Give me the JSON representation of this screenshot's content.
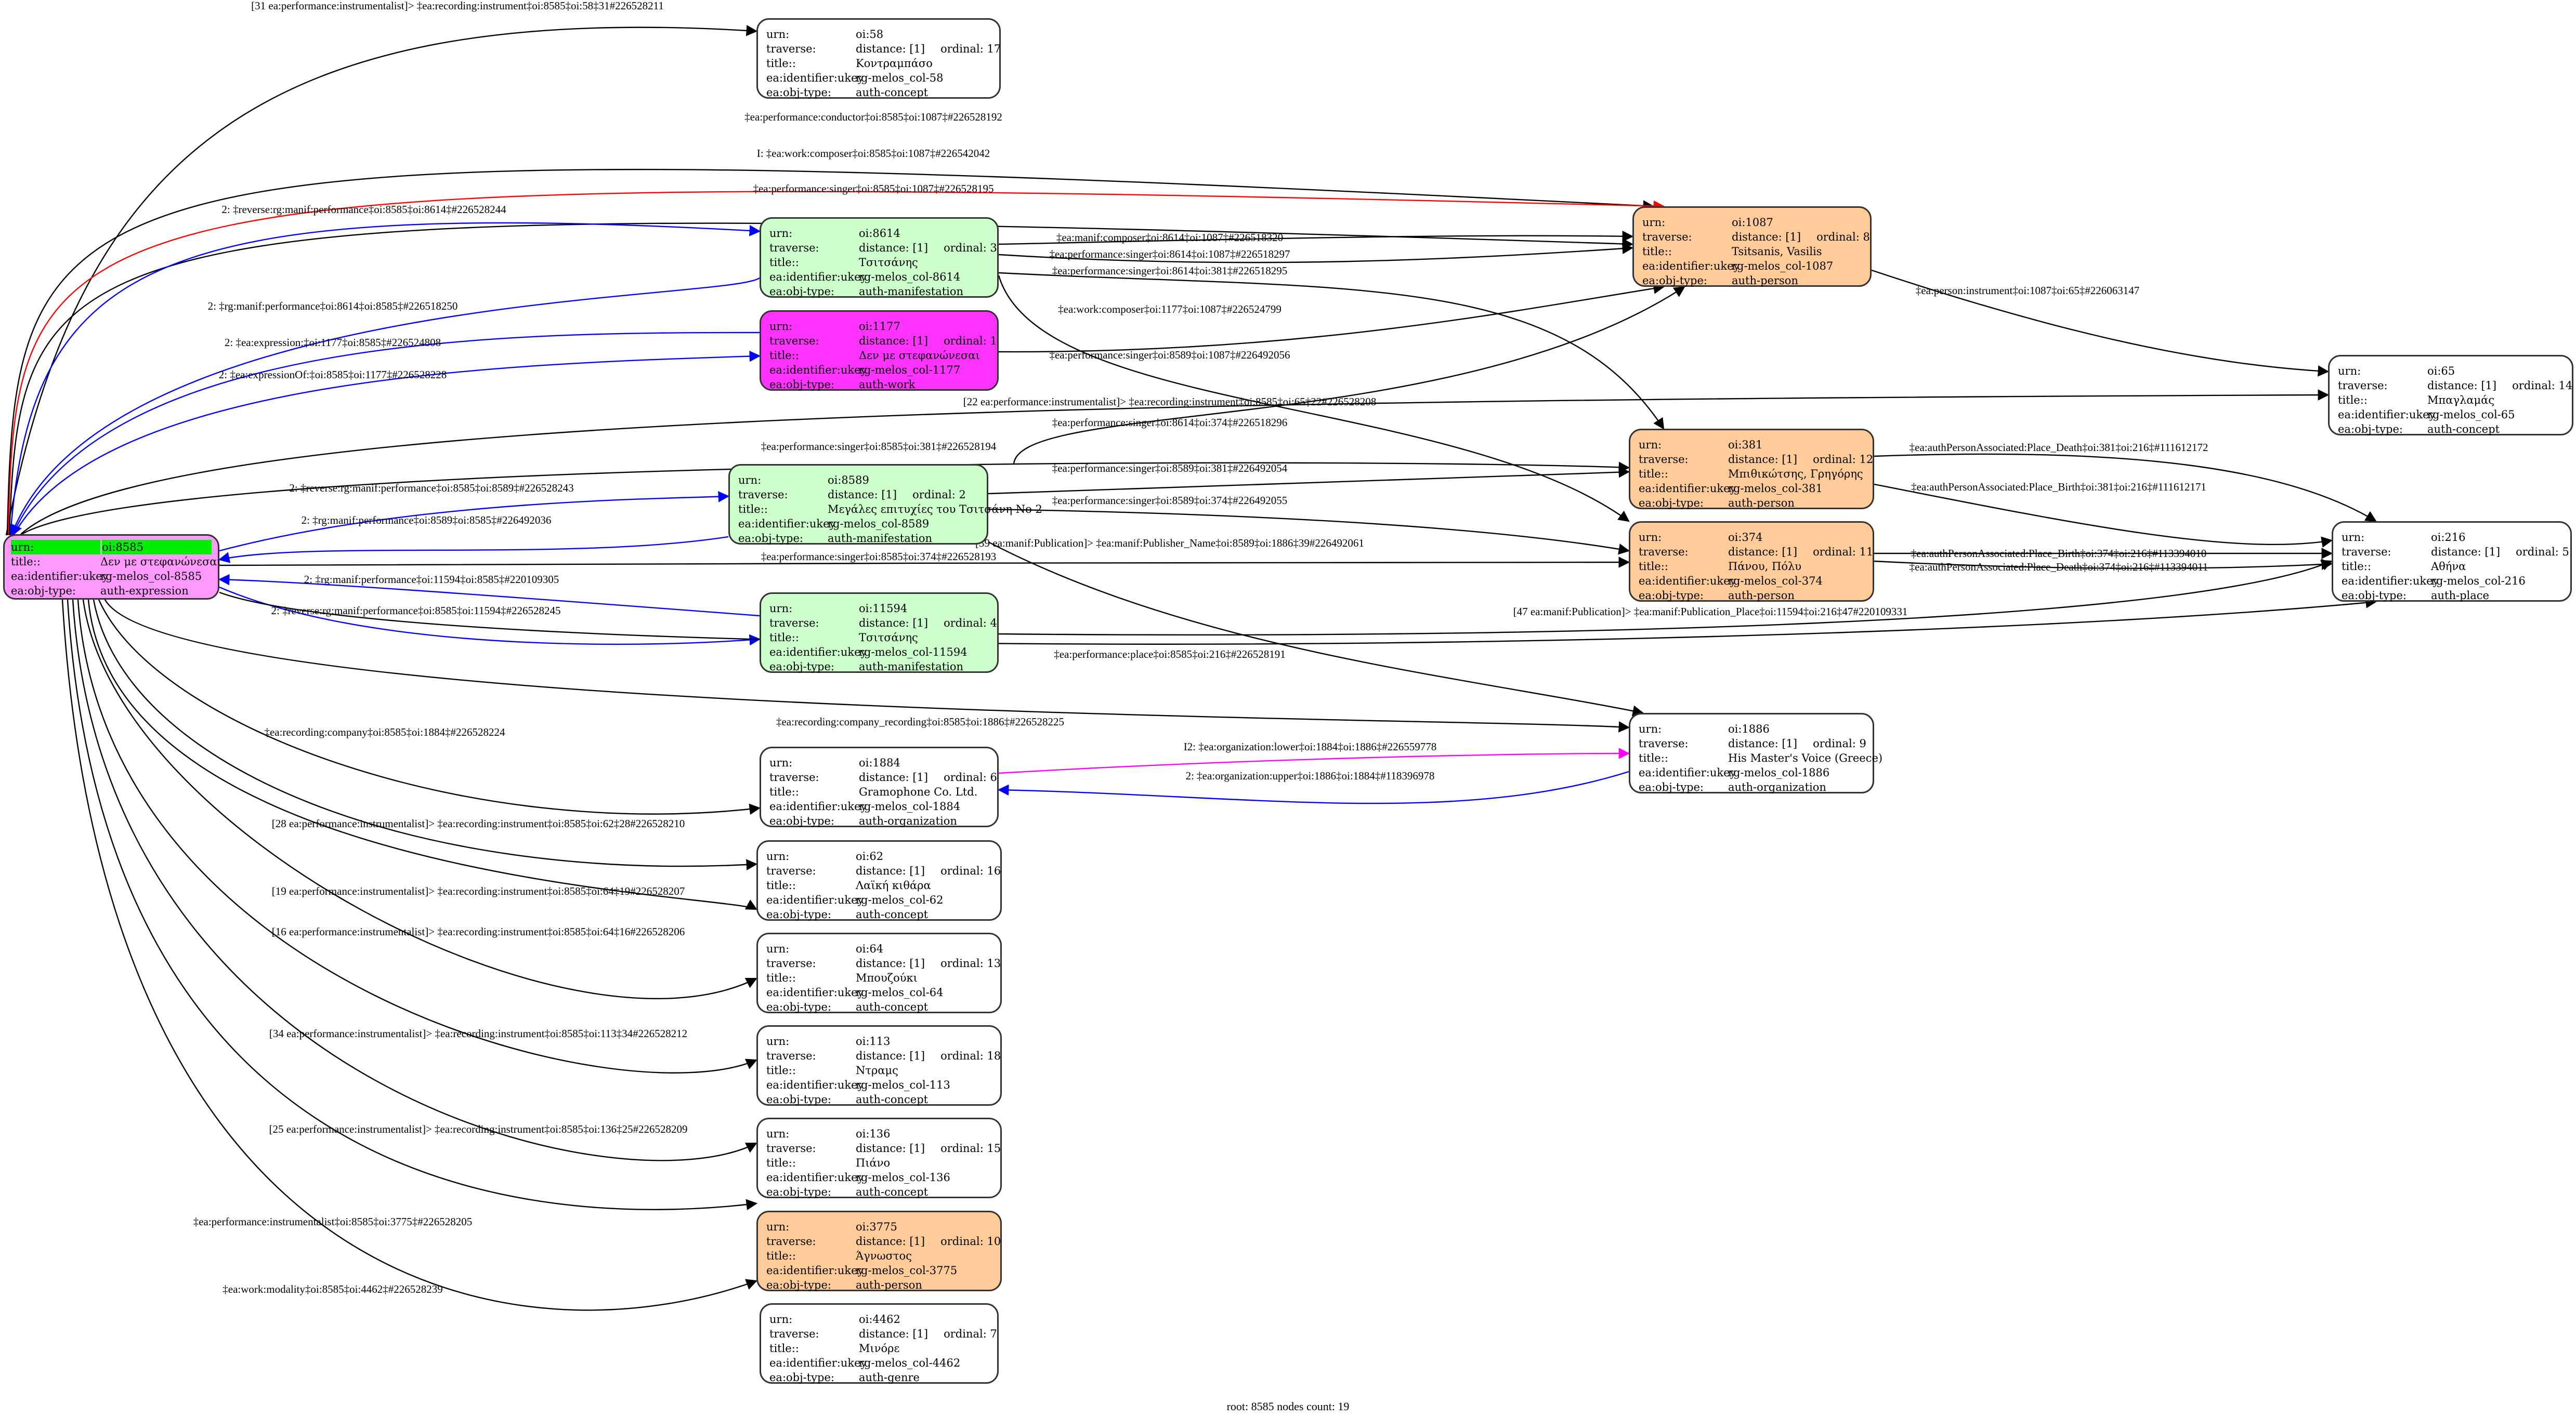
{
  "colors": {
    "root": "#ff99ff",
    "root_highlight": "#00ee00",
    "work": "#ff33ff",
    "manifestation": "#ccffcc",
    "person": "#ffcc99",
    "default": "#ffffff",
    "edge_default": "#000000",
    "edge_blue": "#0000ff",
    "edge_red": "#ff0000",
    "edge_magenta": "#ff00ff"
  },
  "labels": {
    "urn": "urn:",
    "traverse": "traverse:",
    "title": "title::",
    "ukey": "ea:identifier:ukey",
    "objtype": "ea:obj-type:"
  },
  "root": {
    "id": "8585",
    "urn": "oi:8585",
    "title": "Δεν με στεφανώνεσαι",
    "ukey": "rg-melos_col-8585",
    "objtype": "auth-expression"
  },
  "nodes": [
    {
      "id": "58",
      "urn": "oi:58",
      "distance": "distance: [1]",
      "ordinal": "ordinal: 17",
      "title": "Κοντραμπάσο",
      "ukey": "rg-melos_col-58",
      "objtype": "auth-concept",
      "kind": "default"
    },
    {
      "id": "8614",
      "urn": "oi:8614",
      "distance": "distance: [1]",
      "ordinal": "ordinal: 3",
      "title": "Τσιτσάνης",
      "ukey": "rg-melos_col-8614",
      "objtype": "auth-manifestation",
      "kind": "manifestation"
    },
    {
      "id": "1177",
      "urn": "oi:1177",
      "distance": "distance: [1]",
      "ordinal": "ordinal: 1",
      "title": "Δεν με στεφανώνεσαι",
      "ukey": "rg-melos_col-1177",
      "objtype": "auth-work",
      "kind": "work"
    },
    {
      "id": "8589",
      "urn": "oi:8589",
      "distance": "distance: [1]",
      "ordinal": "ordinal: 2",
      "title": "Μεγάλες επιτυχίες του Τσιτσάνη No 2",
      "ukey": "rg-melos_col-8589",
      "objtype": "auth-manifestation",
      "kind": "manifestation"
    },
    {
      "id": "11594",
      "urn": "oi:11594",
      "distance": "distance: [1]",
      "ordinal": "ordinal: 4",
      "title": "Τσιτσάνης",
      "ukey": "rg-melos_col-11594",
      "objtype": "auth-manifestation",
      "kind": "manifestation"
    },
    {
      "id": "1884",
      "urn": "oi:1884",
      "distance": "distance: [1]",
      "ordinal": "ordinal: 6",
      "title": "Gramophone Co. Ltd.",
      "ukey": "rg-melos_col-1884",
      "objtype": "auth-organization",
      "kind": "default"
    },
    {
      "id": "62",
      "urn": "oi:62",
      "distance": "distance: [1]",
      "ordinal": "ordinal: 16",
      "title": "Λαϊκή κιθάρα",
      "ukey": "rg-melos_col-62",
      "objtype": "auth-concept",
      "kind": "default"
    },
    {
      "id": "64",
      "urn": "oi:64",
      "distance": "distance: [1]",
      "ordinal": "ordinal: 13",
      "title": "Μπουζούκι",
      "ukey": "rg-melos_col-64",
      "objtype": "auth-concept",
      "kind": "default"
    },
    {
      "id": "113",
      "urn": "oi:113",
      "distance": "distance: [1]",
      "ordinal": "ordinal: 18",
      "title": "Ντραμς",
      "ukey": "rg-melos_col-113",
      "objtype": "auth-concept",
      "kind": "default"
    },
    {
      "id": "136",
      "urn": "oi:136",
      "distance": "distance: [1]",
      "ordinal": "ordinal: 15",
      "title": "Πιάνο",
      "ukey": "rg-melos_col-136",
      "objtype": "auth-concept",
      "kind": "default"
    },
    {
      "id": "3775",
      "urn": "oi:3775",
      "distance": "distance: [1]",
      "ordinal": "ordinal: 10",
      "title": "Άγνωστος",
      "ukey": "rg-melos_col-3775",
      "objtype": "auth-person",
      "kind": "person"
    },
    {
      "id": "4462",
      "urn": "oi:4462",
      "distance": "distance: [1]",
      "ordinal": "ordinal: 7",
      "title": "Μινόρε",
      "ukey": "rg-melos_col-4462",
      "objtype": "auth-genre",
      "kind": "default"
    },
    {
      "id": "1087",
      "urn": "oi:1087",
      "distance": "distance: [1]",
      "ordinal": "ordinal: 8",
      "title": "Tsitsanis, Vasilis",
      "ukey": "rg-melos_col-1087",
      "objtype": "auth-person",
      "kind": "person"
    },
    {
      "id": "381",
      "urn": "oi:381",
      "distance": "distance: [1]",
      "ordinal": "ordinal: 12",
      "title": "Μπιθικώτσης, Γρηγόρης",
      "ukey": "rg-melos_col-381",
      "objtype": "auth-person",
      "kind": "person"
    },
    {
      "id": "374",
      "urn": "oi:374",
      "distance": "distance: [1]",
      "ordinal": "ordinal: 11",
      "title": "Πάνου, Πόλυ",
      "ukey": "rg-melos_col-374",
      "objtype": "auth-person",
      "kind": "person"
    },
    {
      "id": "1886",
      "urn": "oi:1886",
      "distance": "distance: [1]",
      "ordinal": "ordinal: 9",
      "title": "His Master's Voice (Greece)",
      "ukey": "rg-melos_col-1886",
      "objtype": "auth-organization",
      "kind": "default"
    },
    {
      "id": "65",
      "urn": "oi:65",
      "distance": "distance: [1]",
      "ordinal": "ordinal: 14",
      "title": "Μπαγλαμάς",
      "ukey": "rg-melos_col-65",
      "objtype": "auth-concept",
      "kind": "default"
    },
    {
      "id": "216",
      "urn": "oi:216",
      "distance": "distance: [1]",
      "ordinal": "ordinal: 5",
      "title": "Αθήνα",
      "ukey": "rg-melos_col-216",
      "objtype": "auth-place",
      "kind": "default"
    }
  ],
  "edges": [
    {
      "from": "8585",
      "to": "58",
      "color": "black",
      "label": "[31 ea:performance:instrumentalist]> ‡ea:recording:instrument‡oi:8585‡oi:58‡31#226528211"
    },
    {
      "from": "8585",
      "to": "1087",
      "color": "black",
      "label": "‡ea:performance:conductor‡oi:8585‡oi:1087‡#226528192"
    },
    {
      "from": "8585",
      "to": "1087",
      "color": "red",
      "label": "I: ‡ea:work:composer‡oi:8585‡oi:1087‡#226542042"
    },
    {
      "from": "8585",
      "to": "1087",
      "color": "black",
      "label": "‡ea:performance:singer‡oi:8585‡oi:1087‡#226528195"
    },
    {
      "from": "8585",
      "to": "8614",
      "color": "blue",
      "label": "2: ‡reverse:rg:manif:performance‡oi:8585‡oi:8614‡#226528244"
    },
    {
      "from": "8614",
      "to": "8585",
      "color": "blue",
      "label": "2: ‡rg:manif:performance‡oi:8614‡oi:8585‡#226518250"
    },
    {
      "from": "1177",
      "to": "8585",
      "color": "blue",
      "label": "2: ‡ea:expression:‡oi:1177‡oi:8585‡#226524808"
    },
    {
      "from": "8585",
      "to": "1177",
      "color": "blue",
      "label": "2: ‡ea:expressionOf:‡oi:8585‡oi:1177‡#226528228"
    },
    {
      "from": "8614",
      "to": "1087",
      "color": "black",
      "label": "‡ea:manif:composer‡oi:8614‡oi:1087‡#226518320"
    },
    {
      "from": "8614",
      "to": "1087",
      "color": "black",
      "label": "‡ea:performance:singer‡oi:8614‡oi:1087‡#226518297"
    },
    {
      "from": "8614",
      "to": "381",
      "color": "black",
      "label": "‡ea:performance:singer‡oi:8614‡oi:381‡#226518295"
    },
    {
      "from": "1177",
      "to": "1087",
      "color": "black",
      "label": "‡ea:work:composer‡oi:1177‡oi:1087‡#226524799"
    },
    {
      "from": "8589",
      "to": "1087",
      "color": "black",
      "label": "‡ea:performance:singer‡oi:8589‡oi:1087‡#226492056"
    },
    {
      "from": "8585",
      "to": "65",
      "color": "black",
      "label": "[22 ea:performance:instrumentalist]> ‡ea:recording:instrument‡oi:8585‡oi:65‡22#226528208"
    },
    {
      "from": "8614",
      "to": "374",
      "color": "black",
      "label": "‡ea:performance:singer‡oi:8614‡oi:374‡#226518296"
    },
    {
      "from": "8585",
      "to": "381",
      "color": "black",
      "label": "‡ea:performance:singer‡oi:8585‡oi:381‡#226528194"
    },
    {
      "from": "8585",
      "to": "8589",
      "color": "blue",
      "label": "2: ‡reverse:rg:manif:performance‡oi:8585‡oi:8589‡#226528243"
    },
    {
      "from": "8589",
      "to": "381",
      "color": "black",
      "label": "‡ea:performance:singer‡oi:8589‡oi:381‡#226492054"
    },
    {
      "from": "8589",
      "to": "8585",
      "color": "blue",
      "label": "2: ‡rg:manif:performance‡oi:8589‡oi:8585‡#226492036"
    },
    {
      "from": "8589",
      "to": "374",
      "color": "black",
      "label": "‡ea:performance:singer‡oi:8589‡oi:374‡#226492055"
    },
    {
      "from": "8589",
      "to": "1886",
      "color": "black",
      "label": "[39 ea:manif:Publication]> ‡ea:manif:Publisher_Name‡oi:8589‡oi:1886‡39#226492061"
    },
    {
      "from": "8585",
      "to": "374",
      "color": "black",
      "label": "‡ea:performance:singer‡oi:8585‡oi:374‡#226528193"
    },
    {
      "from": "11594",
      "to": "8585",
      "color": "blue",
      "label": "2: ‡rg:manif:performance‡oi:11594‡oi:8585‡#220109305"
    },
    {
      "from": "8585",
      "to": "11594",
      "color": "blue",
      "label": "2: ‡reverse:rg:manif:performance‡oi:8585‡oi:11594‡#226528245"
    },
    {
      "from": "11594",
      "to": "216",
      "color": "black",
      "label": "[47 ea:manif:Publication]> ‡ea:manif:Publication_Place‡oi:11594‡oi:216‡47#220109331"
    },
    {
      "from": "8585",
      "to": "216",
      "color": "black",
      "label": "‡ea:performance:place‡oi:8585‡oi:216‡#226528191"
    },
    {
      "from": "1087",
      "to": "65",
      "color": "black",
      "label": "‡ea:person:instrument‡oi:1087‡oi:65‡#226063147"
    },
    {
      "from": "381",
      "to": "216",
      "color": "black",
      "label": "‡ea:authPersonAssociated:Place_Death‡oi:381‡oi:216‡#111612172"
    },
    {
      "from": "381",
      "to": "216",
      "color": "black",
      "label": "‡ea:authPersonAssociated:Place_Birth‡oi:381‡oi:216‡#111612171"
    },
    {
      "from": "374",
      "to": "216",
      "color": "black",
      "label": "‡ea:authPersonAssociated:Place_Birth‡oi:374‡oi:216‡#113394010"
    },
    {
      "from": "374",
      "to": "216",
      "color": "black",
      "label": "‡ea:authPersonAssociated:Place_Death‡oi:374‡oi:216‡#113394011"
    },
    {
      "from": "8585",
      "to": "1886",
      "color": "black",
      "label": "‡ea:recording:company_recording‡oi:8585‡oi:1886‡#226528225"
    },
    {
      "from": "8585",
      "to": "1884",
      "color": "black",
      "label": "‡ea:recording:company‡oi:8585‡oi:1884‡#226528224"
    },
    {
      "from": "1884",
      "to": "1886",
      "color": "magenta",
      "label": "I2: ‡ea:organization:lower‡oi:1884‡oi:1886‡#226559778"
    },
    {
      "from": "1886",
      "to": "1884",
      "color": "blue",
      "label": "2: ‡ea:organization:upper‡oi:1886‡oi:1884‡#118396978"
    },
    {
      "from": "8585",
      "to": "62",
      "color": "black",
      "label": "[28 ea:performance:instrumentalist]> ‡ea:recording:instrument‡oi:8585‡oi:62‡28#226528210"
    },
    {
      "from": "8585",
      "to": "64",
      "color": "black",
      "label": "[19 ea:performance:instrumentalist]> ‡ea:recording:instrument‡oi:8585‡oi:64‡19#226528207"
    },
    {
      "from": "8585",
      "to": "64",
      "color": "black",
      "label": "[16 ea:performance:instrumentalist]> ‡ea:recording:instrument‡oi:8585‡oi:64‡16#226528206"
    },
    {
      "from": "8585",
      "to": "113",
      "color": "black",
      "label": "[34 ea:performance:instrumentalist]> ‡ea:recording:instrument‡oi:8585‡oi:113‡34#226528212"
    },
    {
      "from": "8585",
      "to": "136",
      "color": "black",
      "label": "[25 ea:performance:instrumentalist]> ‡ea:recording:instrument‡oi:8585‡oi:136‡25#226528209"
    },
    {
      "from": "8585",
      "to": "3775",
      "color": "black",
      "label": "‡ea:performance:instrumentalist‡oi:8585‡oi:3775‡#226528205"
    },
    {
      "from": "8585",
      "to": "4462",
      "color": "black",
      "label": "‡ea:work:modality‡oi:8585‡oi:4462‡#226528239"
    }
  ],
  "footer": "root: 8585 nodes count: 19"
}
